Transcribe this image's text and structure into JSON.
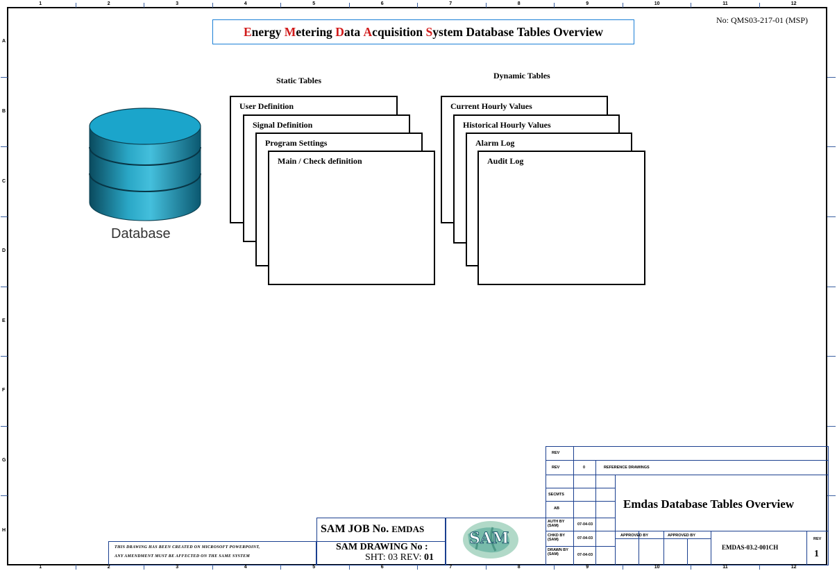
{
  "title": {
    "segments": [
      {
        "text": "E",
        "accent": true
      },
      {
        "text": "nergy ",
        "accent": false
      },
      {
        "text": "M",
        "accent": true
      },
      {
        "text": "etering ",
        "accent": false
      },
      {
        "text": "D",
        "accent": true
      },
      {
        "text": "ata ",
        "accent": false
      },
      {
        "text": "A",
        "accent": true
      },
      {
        "text": "cquisition ",
        "accent": false
      },
      {
        "text": "S",
        "accent": true
      },
      {
        "text": "ystem Database Tables Overview",
        "accent": false
      }
    ],
    "accent_color": "#d01a1a"
  },
  "doc_number": "No:  QMS03-217-01 (MSP)",
  "database_label": "Database",
  "static_tables": {
    "header": "Static Tables",
    "tables": [
      "User Definition",
      "Signal  Definition",
      "Program Settings",
      "Main /  Check definition"
    ]
  },
  "dynamic_tables": {
    "header": "Dynamic Tables",
    "tables": [
      "Current Hourly Values",
      "Historical Hourly Values",
      "Alarm Log",
      "Audit Log"
    ]
  },
  "frame": {
    "column_labels": [
      "1",
      "2",
      "3",
      "4",
      "5",
      "6",
      "7",
      "8",
      "9",
      "10",
      "11",
      "12"
    ],
    "row_labels": [
      "A",
      "B",
      "C",
      "D",
      "E",
      "F",
      "G",
      "H"
    ]
  },
  "title_block": {
    "rev_label_1": "REV",
    "rev_label_2": "REV",
    "rev_value": "0",
    "reference_drawings": "REFERENCE  DRAWINGS",
    "secmts": "SECMTS",
    "ab": "AB",
    "authby": "AUTH BY (SAM)",
    "chkd_by": "CHKD BY (SAM)",
    "drawn_by": "DRAWN BY (SAM)",
    "date_1": "07-04-03",
    "date_2": "07-04-03",
    "date_3": "07-04-03",
    "approved_by_1": "APPROVED  BY",
    "approved_by_2": "APPROVED  BY",
    "drawing_title": "Emdas Database Tables Overview",
    "drawing_number": "EMDAS-03.2-001CH",
    "rev_small": "REV",
    "rev_number": "1",
    "job_label": "SAM JOB No. ",
    "job_value": "EMDAS",
    "drawing_no_label": "SAM DRAWING No :",
    "sheet_line": "SHT:  03  REV:",
    "sheet_rev": "01",
    "note_line1": "THIS DRAWING  HAS BEEN  CREATED   ON MICROSOFT  POWERPOINT,",
    "note_line2": "ANY AMENDMENT   MUST BE AFFECTED   ON THE SAME  SYSTEM",
    "logo_text": "SAM"
  }
}
